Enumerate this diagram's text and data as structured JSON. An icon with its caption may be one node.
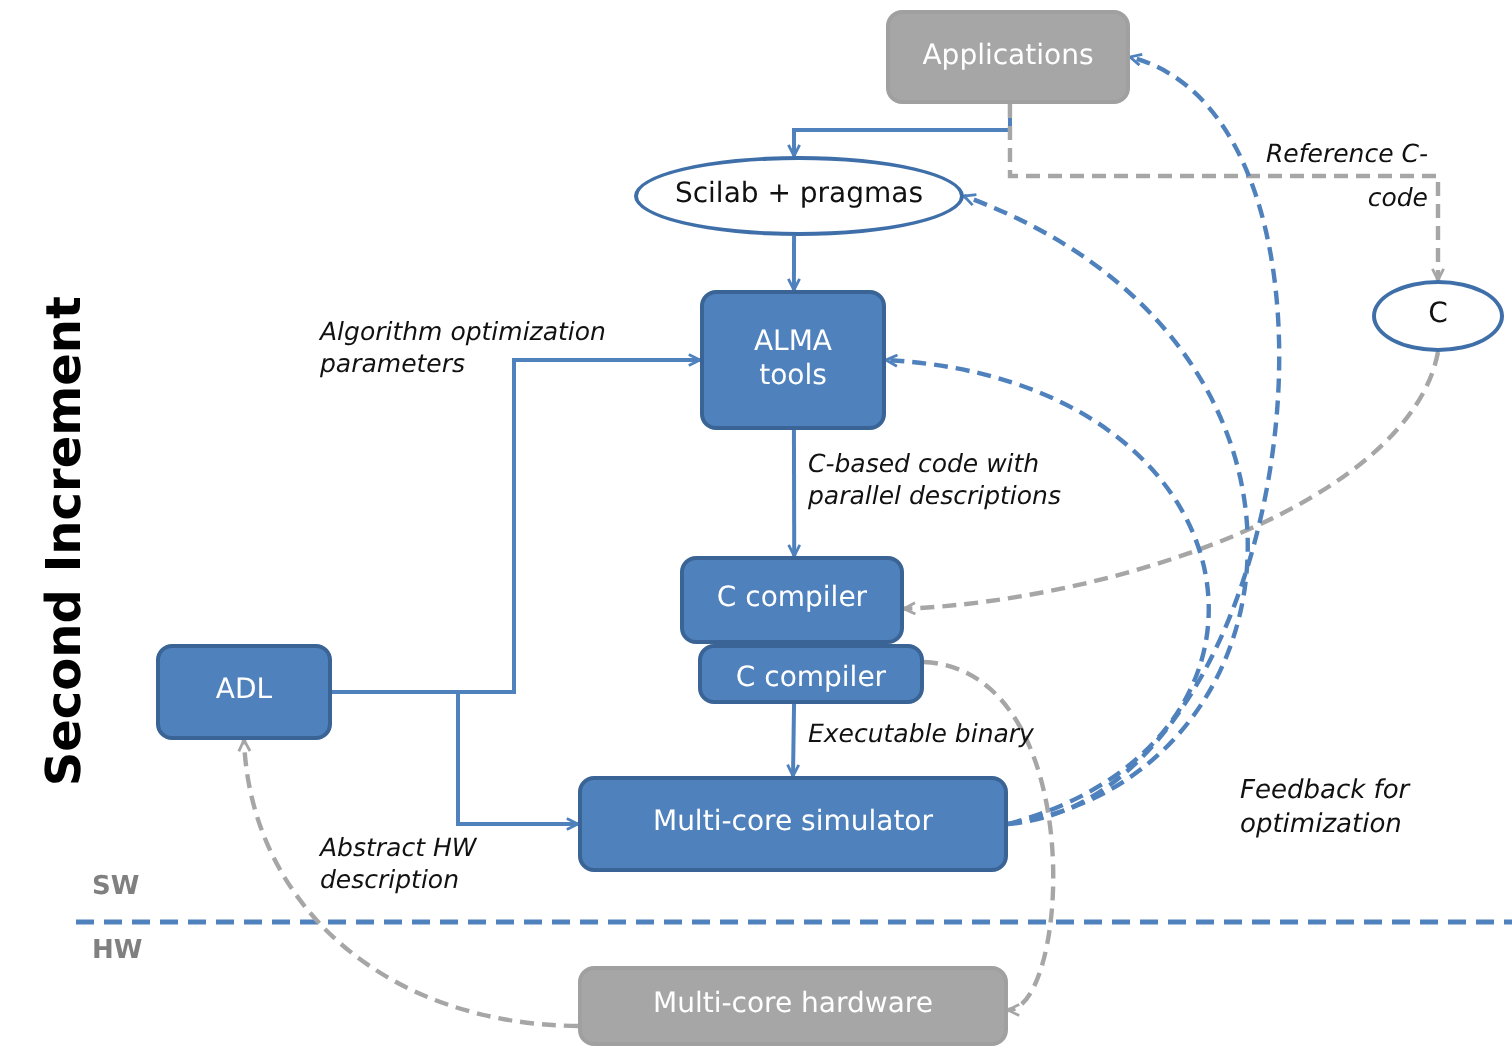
{
  "diagram": {
    "nodes": [
      {
        "text": [
          "Applications"
        ]
      },
      {
        "text": [
          "Scilab + pragmas"
        ]
      },
      {
        "text": [
          "C"
        ]
      },
      {
        "text": [
          "ALMA tools"
        ]
      },
      {
        "text": [
          "C compiler"
        ]
      },
      {
        "text": [
          "C compiler"
        ]
      },
      {
        "text": [
          "ADL"
        ]
      },
      {
        "text": [
          "Multi-core simulator"
        ]
      },
      {
        "text": [
          "Multi-core hardware"
        ]
      }
    ],
    "edges": [
      {
        "from": 0,
        "to": 1,
        "arrow": "to"
      },
      {
        "from": 0,
        "to": 2,
        "arrow": "to",
        "label": "Reference C-code",
        "style": "dashed",
        "color": "#a6a6a6"
      },
      {
        "from": 1,
        "to": 3,
        "arrow": "to"
      },
      {
        "from": 6,
        "to": 3,
        "arrow": "to",
        "label": "Algorithm optimization parameters"
      },
      {
        "from": 6,
        "to": 7,
        "arrow": "to",
        "label": "Abstract HW description"
      },
      {
        "from": 3,
        "to": 4,
        "arrow": "to",
        "label": "C-based code with parallel descriptions"
      },
      {
        "from": 5,
        "to": 7,
        "arrow": "to",
        "label": "Executable binary"
      },
      {
        "from": 2,
        "to": 4,
        "arrow": "to",
        "style": "dashed",
        "color": "#a6a6a6"
      },
      {
        "from": 5,
        "to": 8,
        "arrow": "to",
        "style": "dashed",
        "color": "#a6a6a6"
      },
      {
        "from": 8,
        "to": 6,
        "arrow": "to",
        "style": "dashed",
        "color": "#a6a6a6"
      },
      {
        "from": 7,
        "to": 0,
        "arrow": "to",
        "style": "dashed"
      },
      {
        "from": 7,
        "to": 1,
        "arrow": "to",
        "style": "dashed"
      },
      {
        "from": 7,
        "to": 3,
        "arrow": "to",
        "style": "dashed"
      }
    ],
    "labels": [
      "Second Increment",
      "SW",
      "HW",
      "Feedback for optimization"
    ]
  }
}
